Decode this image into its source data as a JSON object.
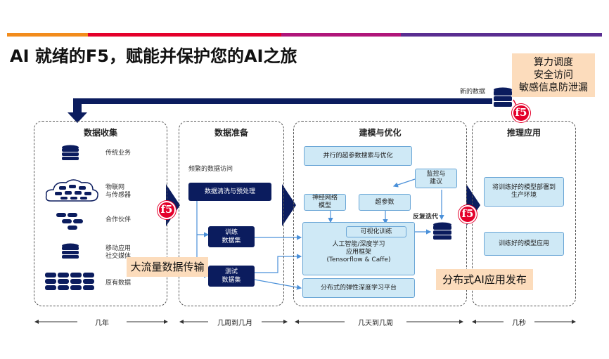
{
  "title": "AI 就绪的F5，赋能并保护您的AI之旅",
  "callouts": {
    "security_lines": [
      "算力调度",
      "安全访问",
      "敏感信息防泄漏"
    ],
    "traffic": "大流量数据传输",
    "release": "分布式AI应用发布"
  },
  "new_data": "新的数据",
  "panels": {
    "collect": {
      "title": "数据收集",
      "items": [
        "传统业务",
        "物联网\n与传感器",
        "合作伙伴",
        "移动应用\n社交媒体",
        "原有数据"
      ]
    },
    "prepare": {
      "title": "数据准备",
      "subtitle": "频繁的数据访问",
      "clean": "数据清洗与预处理",
      "train": "训练\n数据集",
      "test": "测试\n数据集"
    },
    "model": {
      "title": "建模与优化",
      "hyper": "并行的超参数搜索与优化",
      "monitor": "监控与\n建议",
      "nn": "神经网络\n模型",
      "param": "超参数",
      "iterate": "反复迭代",
      "visual": "可视化训练",
      "framework": "人工智能/深度学习\n应用框架\n(Tensorflow & Caffe)",
      "platform": "分布式的弹性深度学习平台"
    },
    "infer": {
      "title": "推理应用",
      "deploy": "将训练好的模型部署到\n生产环境",
      "apply": "训练好的模型应用"
    }
  },
  "timeline": [
    "几年",
    "几周到几月",
    "几天到几周",
    "几秒"
  ],
  "f5_logo": "f5",
  "colors": {
    "navy": "#0b1c5e",
    "f5_red": "#e4002b",
    "callout": "#fcdcbc",
    "light_blue": "#cfe9f6"
  }
}
